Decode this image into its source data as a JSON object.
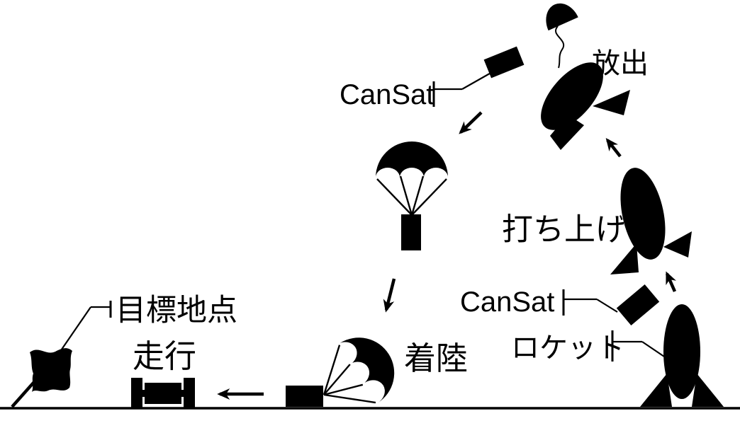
{
  "colors": {
    "ink": "#000000",
    "background": "#ffffff"
  },
  "labels": {
    "cansat_top": "CanSat",
    "release": "放出",
    "launch": "打ち上げ",
    "cansat_bottom": "CanSat",
    "rocket": "ロケット",
    "landing": "着陸",
    "run": "走行",
    "goal": "目標地点"
  },
  "icons": {
    "nose_cone": "separated rocket nose cone",
    "tether_string": "wavy string between nose cone and rocket",
    "release_rocket": "tilted rocket body at apogee",
    "ejected_cansat": "tilted black box leaving rocket",
    "descending_parachute": "parachute with can descending",
    "landed_parachute": "parachute lying on ground",
    "landed_cansat": "can resting on ground",
    "rover": "two-wheel rover",
    "goal_flag": "waving flag on tilted pole",
    "launch_rocket": "ascending rocket",
    "ground_rocket": "rocket standing on ground",
    "launch_cansat": "tilted black box near rocket",
    "ground_line": "horizon line",
    "arrows": [
      "eject-arrow",
      "descent-arrow",
      "rover-arrow",
      "release-arrow",
      "ascent-arrow"
    ]
  }
}
